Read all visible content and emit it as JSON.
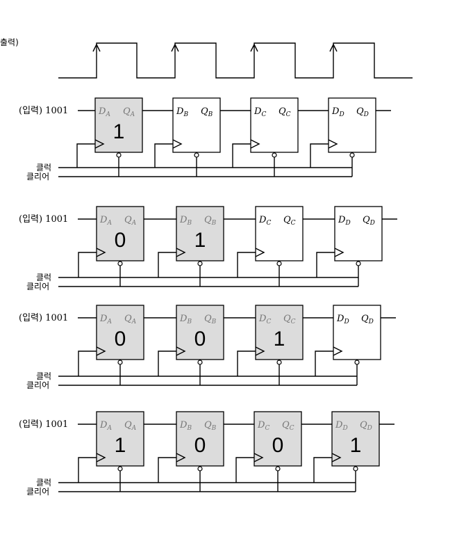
{
  "top_label": "출력)",
  "input_label": "(입력) 1001",
  "clock_label": "클럭",
  "clear_label": "클리어",
  "pins": {
    "A": {
      "d": "D",
      "q": "Q",
      "sub": "A"
    },
    "B": {
      "d": "D",
      "q": "Q",
      "sub": "B"
    },
    "C": {
      "d": "D",
      "q": "Q",
      "sub": "C"
    },
    "D": {
      "d": "D",
      "q": "Q",
      "sub": "D"
    }
  },
  "colors": {
    "filled": "#dcdcdc",
    "empty": "#ffffff",
    "line": "#000000"
  },
  "stages": [
    {
      "values": [
        "1",
        "",
        "",
        ""
      ]
    },
    {
      "values": [
        "0",
        "1",
        "",
        ""
      ]
    },
    {
      "values": [
        "0",
        "0",
        "1",
        ""
      ]
    },
    {
      "values": [
        "1",
        "0",
        "0",
        "1"
      ]
    }
  ]
}
